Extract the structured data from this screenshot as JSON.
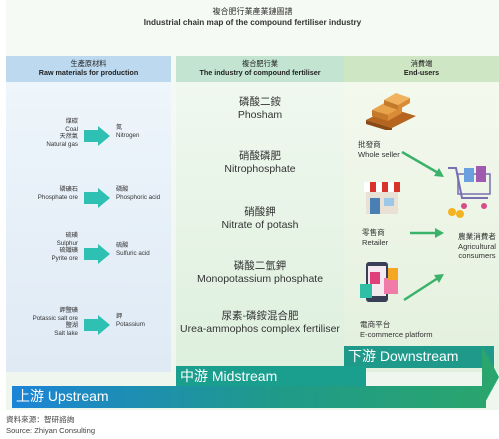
{
  "title": {
    "zh": "複合肥行業產業鏈圖譜",
    "en": "Industrial chain map of the compound fertiliser industry"
  },
  "stages": {
    "upstream": {
      "header_zh": "生產原材料",
      "header_en": "Raw materials for production",
      "band": "上游 Upstream"
    },
    "midstream": {
      "header_zh": "複合肥行業",
      "header_en": "The industry of compound fertiliser",
      "band": "中游 Midstream"
    },
    "downstream": {
      "header_zh": "消費端",
      "header_en": "End-users",
      "band": "下游 Downstream"
    }
  },
  "raw_materials": [
    {
      "inputs": [
        "煤碳",
        "Coal",
        "天然氣",
        "Natural gas"
      ],
      "outputs": [
        "氮",
        "Nitrogen"
      ]
    },
    {
      "inputs": [
        "磷礦石",
        "Phosphate ore"
      ],
      "outputs": [
        "磷酸",
        "Phosphoric acid"
      ]
    },
    {
      "inputs": [
        "硫磺",
        "Sulphur",
        "硫鐵礦",
        "Pyrite ore"
      ],
      "outputs": [
        "硫酸",
        "Sulfuric acid"
      ]
    },
    {
      "inputs": [
        "鉀鹽礦",
        "Potassic salt ore",
        "鹽湖",
        "Salt lake"
      ],
      "outputs": [
        "鉀",
        "Potassium"
      ]
    }
  ],
  "products": [
    {
      "zh": "磷酸二銨",
      "en": "Phosham"
    },
    {
      "zh": "硝酸磷肥",
      "en": "Nitrophosphate"
    },
    {
      "zh": "硝酸鉀",
      "en": "Nitrate of potash"
    },
    {
      "zh": "磷酸二氫鉀",
      "en": "Monopotassium phosphate"
    },
    {
      "zh": "尿素-磷銨混合肥",
      "en": "Urea-ammophos complex fertiliser"
    }
  ],
  "end_users": {
    "whole_seller": {
      "zh": "批發商",
      "en": "Whole seller"
    },
    "retailer": {
      "zh": "零售商",
      "en": "Retailer"
    },
    "ecommerce": {
      "zh": "電商平台",
      "en": "E-commerce platform"
    },
    "consumers": {
      "zh": "農業消費者",
      "en": "Agricultural consumers"
    }
  },
  "source": {
    "zh": "資料來源：智研諮詢",
    "en": "Source: Zhiyan Consulting"
  },
  "colors": {
    "up_band": "#1c84d6",
    "mid_band": "#1a9e8e",
    "down_band": "#1f9a8a",
    "arrow": "#2ec0b2",
    "green_arrow": "#3bb26a"
  }
}
